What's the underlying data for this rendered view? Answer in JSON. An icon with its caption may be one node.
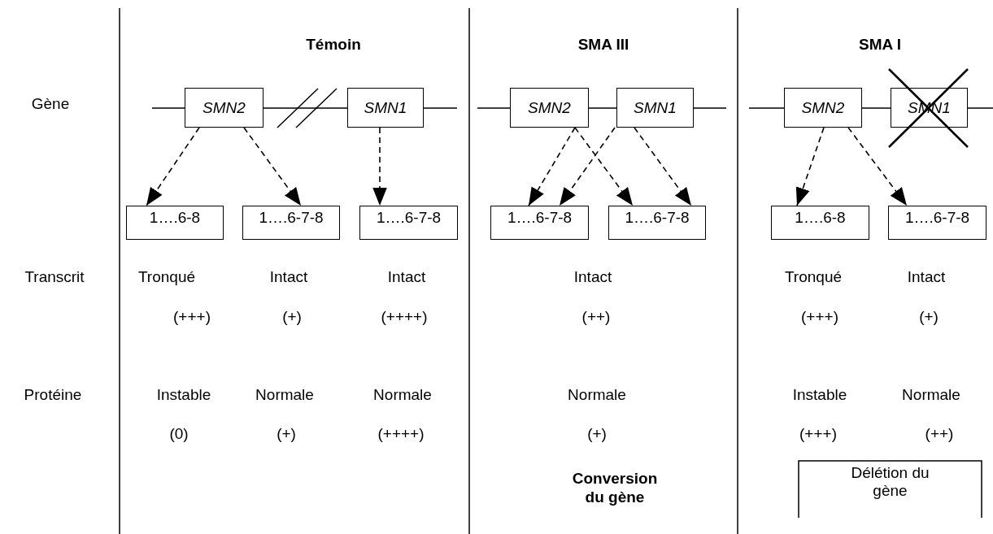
{
  "diagram": {
    "nodes": [
      {
        "text": [
          "SMN2"
        ]
      },
      {
        "text": [
          "SMN1"
        ]
      },
      {
        "text": [
          "SMN2"
        ]
      },
      {
        "text": [
          "SMN1"
        ]
      },
      {
        "text": [
          "SMN2"
        ]
      },
      {
        "text": [
          "SMN1"
        ]
      },
      {
        "text": [
          "1….6-8"
        ]
      },
      {
        "text": [
          "1….6-7-8"
        ]
      },
      {
        "text": [
          "1….6-7-8"
        ]
      },
      {
        "text": [
          "1….6-7-8"
        ]
      },
      {
        "text": [
          "1….6-7-8"
        ]
      },
      {
        "text": [
          "1….6-8"
        ]
      },
      {
        "text": [
          "1….6-7-8"
        ]
      },
      {
        "text": [
          "Délétion du gène"
        ]
      }
    ],
    "edges": [
      {
        "from": 0,
        "to": 6,
        "arrow": "to",
        "style": "dashed"
      },
      {
        "from": 0,
        "to": 7,
        "arrow": "to",
        "style": "dashed"
      },
      {
        "from": 1,
        "to": 8,
        "arrow": "to",
        "style": "dashed"
      },
      {
        "from": 2,
        "to": 9,
        "arrow": "to",
        "style": "dashed"
      },
      {
        "from": 2,
        "to": 10,
        "arrow": "to",
        "style": "dashed"
      },
      {
        "from": 3,
        "to": 9,
        "arrow": "to",
        "style": "dashed"
      },
      {
        "from": 3,
        "to": 10,
        "arrow": "to",
        "style": "dashed"
      },
      {
        "from": 4,
        "to": 11,
        "arrow": "to",
        "style": "dashed"
      },
      {
        "from": 4,
        "to": 12,
        "arrow": "to",
        "style": "dashed"
      },
      {
        "from": 0,
        "to": 1,
        "arrow": "none"
      },
      {
        "from": 2,
        "to": 3,
        "arrow": "none"
      },
      {
        "from": 4,
        "to": 5,
        "arrow": "none"
      }
    ],
    "labels": [
      "Témoin",
      "SMA III",
      "SMA I",
      "Gène",
      "Transcrit",
      "Tronqué",
      "Intact",
      "Intact",
      "Intact",
      "Tronqué",
      "Intact",
      "(+++)",
      "(+)",
      "(++++)",
      "(++)",
      "(+++)",
      "(+)",
      "Protéine",
      "Instable",
      "Normale",
      "Normale",
      "Normale",
      "Instable",
      "Normale",
      "(0)",
      "(+)",
      "(++++)",
      "(+)",
      "(+++)",
      "(++)",
      "Conversion du gène"
    ]
  }
}
